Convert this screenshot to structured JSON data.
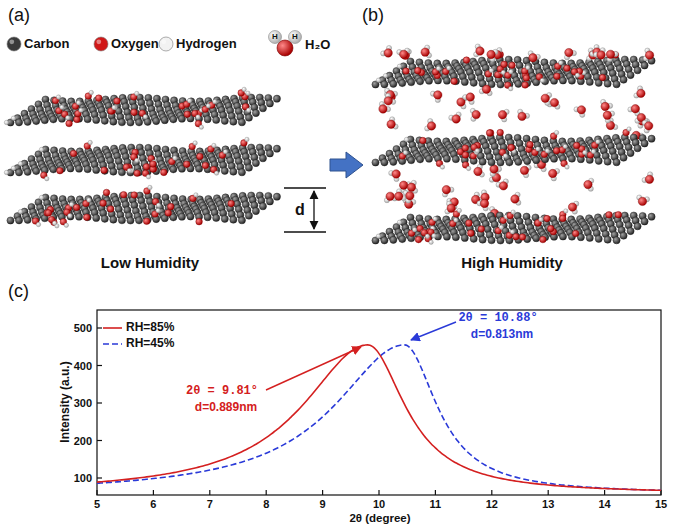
{
  "diagram": {
    "labels": [
      "(a)",
      "(b)",
      "H",
      "H",
      "d",
      "Low Humidity",
      "High Humidity",
      "(c)",
      "2θ = 9.81°",
      "d=0.889nm",
      "2θ = 10.88°",
      "d=0.813nm",
      "100",
      "200",
      "300",
      "400",
      "500",
      "Intensity (a.u.)",
      "5",
      "6",
      "7",
      "8",
      "9",
      "10",
      "11",
      "12",
      "13",
      "14",
      "15",
      "2θ (degree)"
    ],
    "legend": [
      {
        "text": "Carbon",
        "color": "#3a3a3a"
      },
      {
        "text": "Oxygen",
        "color": "#d01818"
      },
      {
        "text": "Hydrogen",
        "color": "#f2f2f2"
      },
      {
        "text": "H₂O"
      },
      {
        "text": "RH=85%"
      },
      {
        "text": "RH=45%"
      }
    ]
  }
}
